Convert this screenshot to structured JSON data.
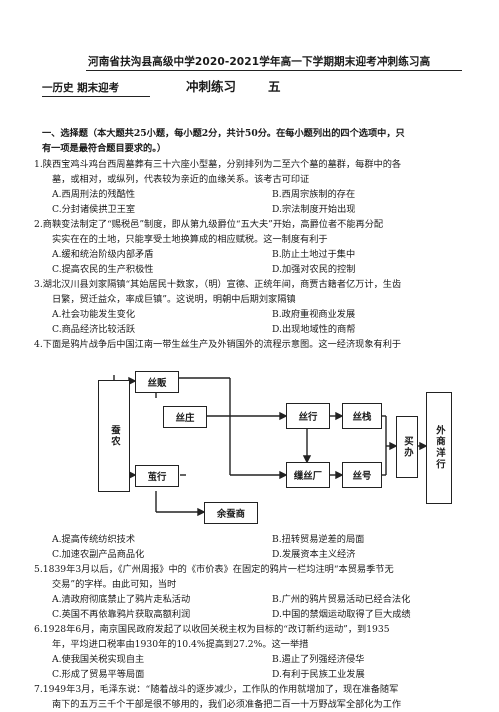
{
  "header": {
    "title": "河南省扶沟县高级中学2020-2021学年高一下学期期末迎考冲刺练习高",
    "subject": "一历史    期末迎考",
    "practice_label": "冲刺练习",
    "practice_number": "五"
  },
  "section": {
    "heading_line1": "一、选择题（本大题共25小题，每小题2分，共计50分。在每小题列出的四个选项中，只",
    "heading_line2": "有一项是最符合题目要求的。）"
  },
  "questions": [
    {
      "lines": [
        "1.陕西宝鸡斗鸡台西周墓葬有三十六座小型墓，分别排列为二至六个墓的墓群，每群中的各",
        "墓，或相对，或纵列，代表较为亲近的血缘关系。该考古可印证"
      ],
      "options": {
        "A": "A.西周刑法的残酷性",
        "B": "B.西周宗族制的存在",
        "C": "C.分封诸侯拱卫王室",
        "D": "D.宗法制度开始出现"
      }
    },
    {
      "lines": [
        "2.商鞅变法制定了“赐税邑”制度，即从第九级爵位“五大夫”开始，高爵位者不能再分配",
        "实实在在的土地，只能享受土地换算成的相应赋税。这一制度有利于"
      ],
      "options": {
        "A": "A.缓和统治阶级内部矛盾",
        "B": "B.防止土地过于集中",
        "C": "C.提高农民的生产积极性",
        "D": "D.加强对农民的控制"
      }
    },
    {
      "lines": [
        "3.湖北汉川县刘家隔镇“其始居民十数家，（明）宣德、正统年间，商贾古籍者亿万计，生齿",
        "日繁，贸迁益众，率成巨镇”。这说明，明朝中后期刘家隔镇"
      ],
      "options": {
        "A": "A.社会功能发生变化",
        "B": "B.政府重视商业发展",
        "C": "C.商品经济比较活跃",
        "D": "D.出现地域性的商帮"
      }
    },
    {
      "lines": [
        "4.下面是鸦片战争后中国江南一带生丝生产及外销国外的流程示意图。这一经济现象有利于"
      ],
      "diagram": {
        "silkworm_farmer": "蚕农",
        "silk_reeler": "丝贩",
        "raw_silk": "丝庄",
        "silk_cocoon": "茧行",
        "yu_silk_dealer": "余蚕商",
        "silk_warehouse": "丝行",
        "silk_store": "丝栈",
        "reeling_factory": "缫丝厂",
        "broker": "丝号",
        "comprador": "买办",
        "foreign_firm": "外商洋行"
      },
      "options": {
        "A": "A.提高传统纺织技术",
        "B": "B.扭转贸易逆差的局面",
        "C": "C.加速农副产品商品化",
        "D": "D.发展资本主义经济"
      }
    },
    {
      "lines": [
        "5.1839年3月以后，《广州周报》中的《市价表》在固定的鸦片一栏均注明“本贸易季节无",
        "交易”的字样。由此可知，当时"
      ],
      "options": {
        "A": "A.清政府彻底禁止了鸦片走私活动",
        "B": "B.广州的鸦片贸易活动已经合法化",
        "C": "C.英国不再依靠鸦片获取高额利润",
        "D": "D.中国的禁烟运动取得了巨大成绩"
      }
    },
    {
      "lines": [
        "6.1928年6月，南京国民政府发起了以收回关税主权为目标的“改订新约运动”，到1935",
        "年，平均进口税率由1930年的10.4%提高到27.2%。这一举措"
      ],
      "options": {
        "A": "A.使我国关税实现自主",
        "B": "B.遏止了列强经济侵华",
        "C": "C.形成了贸易平等局面",
        "D": "D.有利于民族工业发展"
      }
    },
    {
      "lines": [
        "7.1949年3月，毛泽东说：“随着战斗的逐步减少，工作队的作用就增加了，现在准备随军",
        "南下的五万三千个干部是很不够用的，我们必须准备把二百一十万野战军全部化为工作"
      ]
    }
  ]
}
